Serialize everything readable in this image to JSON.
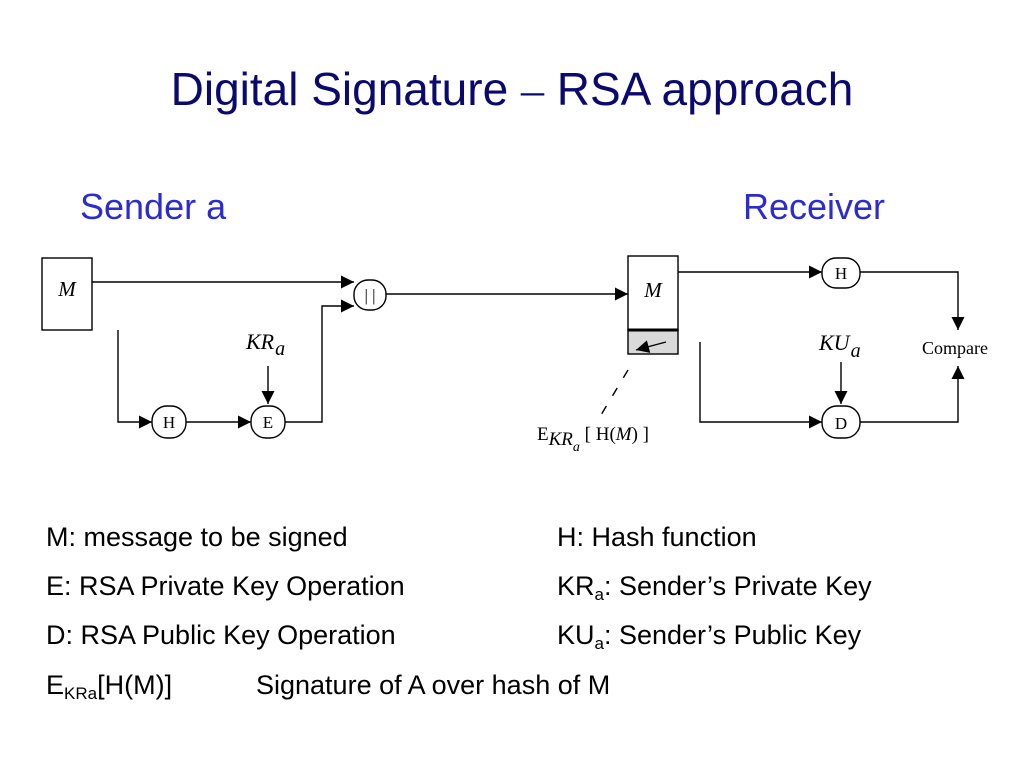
{
  "slide": {
    "title_part1": "Digital Signature ",
    "title_dash": "–",
    "title_part2": " RSA approach",
    "sender_label": "Sender a",
    "receiver_label": "Receiver"
  },
  "diagram": {
    "sender_message": "M",
    "sender_hash": "H",
    "sender_encrypt": "E",
    "concat": "| |",
    "private_key_main": "KR",
    "private_key_sub": "a",
    "receiver_message": "M",
    "receiver_hash": "H",
    "receiver_decrypt": "D",
    "public_key_main": "KU",
    "public_key_sub": "a",
    "compare": "Compare",
    "signature_E": "E",
    "signature_key_main": "KR",
    "signature_key_sub": "a",
    "signature_rest_open": " [ H(",
    "signature_rest_M": "M",
    "signature_rest_close": ") ]"
  },
  "legend": {
    "m_def": "M: message to be signed",
    "h_def": "H: Hash function",
    "e_def": "E: RSA Private Key Operation",
    "kr_main": "KR",
    "kr_sub": "a",
    "kr_rest": ": Sender’s Private Key",
    "d_def": "D: RSA Public Key Operation",
    "ku_main": "KU",
    "ku_sub": "a",
    "ku_rest": ": Sender’s Public Key",
    "sig_main": "E",
    "sig_sub": "KRa",
    "sig_rest": "[H(M)]",
    "sig_def": "Signature of A over hash of M"
  }
}
